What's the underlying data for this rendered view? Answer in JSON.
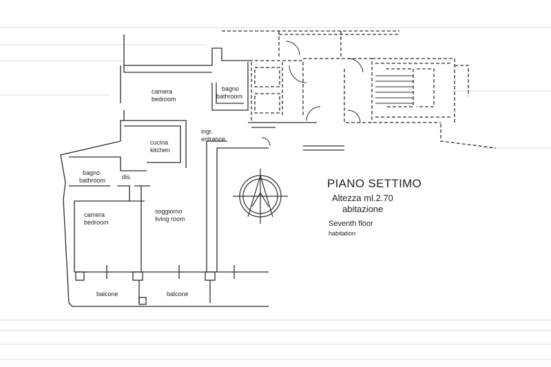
{
  "rooms": {
    "camera_top": {
      "it": "camera",
      "en": "bedroom"
    },
    "bagno_top": {
      "it": "bagno",
      "en": "bathroom"
    },
    "ingresso": {
      "it": "ingr.",
      "en": "entrance"
    },
    "cucina": {
      "it": "cucina",
      "en": "kitchen"
    },
    "bagno_left": {
      "it": "bagno",
      "en": "bathroom"
    },
    "disimpegno": {
      "it": "dis."
    },
    "camera_bottom": {
      "it": "camera",
      "en": "bedroom"
    },
    "soggiorno": {
      "it": "soggiorno",
      "en": "living room"
    },
    "balcone_left": {
      "it": "balcone"
    },
    "balcone_right": {
      "it": "balcone"
    }
  },
  "title_block": {
    "floor_it": "PIANO SETTIMO",
    "height": "Altezza ml.2.70",
    "use_it": "abitazione",
    "floor_en": "Seventh floor",
    "use_en": "habitation"
  }
}
